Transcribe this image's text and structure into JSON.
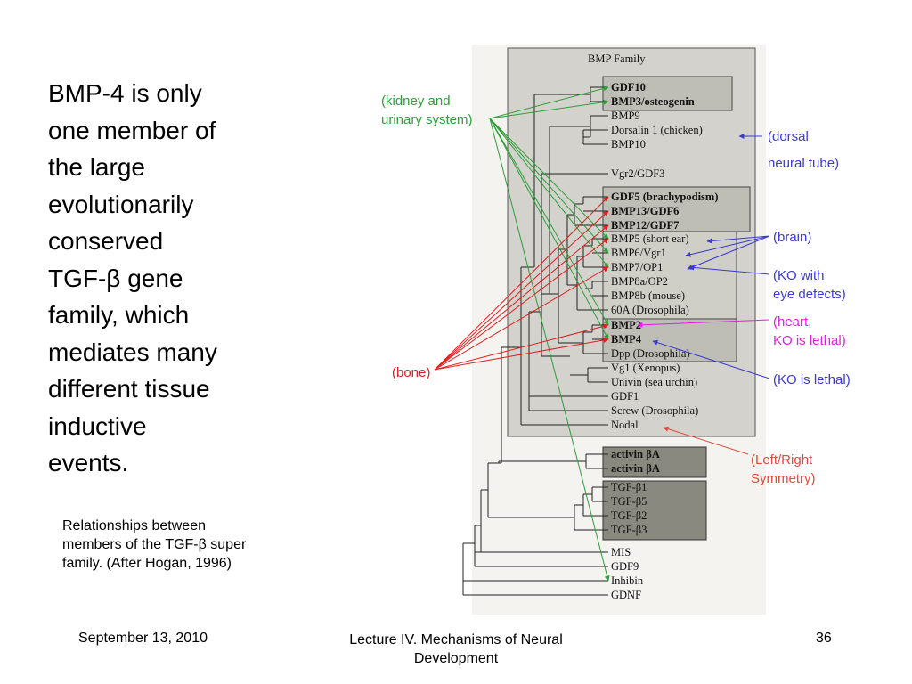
{
  "slide": {
    "main_text": [
      "BMP-4 is only",
      "one member of",
      "the large",
      "evolutionarily",
      "conserved",
      "TGF-β gene",
      "family, which",
      "mediates many",
      "different tissue",
      "inductive",
      "events."
    ],
    "caption": [
      "Relationships between",
      "members of the TGF-β super",
      "family. (After Hogan, 1996)"
    ],
    "footer": {
      "date": "September 13, 2010",
      "title": "Lecture IV. Mechanisms of Neural Development",
      "page": "36"
    }
  },
  "diagram": {
    "box_title": "BMP Family",
    "members": [
      "GDF10",
      "BMP3/osteogenin",
      "BMP9",
      "Dorsalin 1 (chicken)",
      "BMP10",
      "Vgr2/GDF3",
      "GDF5 (brachypodism)",
      "BMP13/GDF6",
      "BMP12/GDF7",
      "BMP5 (short ear)",
      "BMP6/Vgr1",
      "BMP7/OP1",
      "BMP8a/OP2",
      "BMP8b (mouse)",
      "60A (Drosophila)",
      "BMP2",
      "BMP4",
      "Dpp (Drosophila)",
      "Vg1 (Xenopus)",
      "Univin (sea urchin)",
      "GDF1",
      "Screw (Drosophila)",
      "Nodal",
      "activin βA",
      "activin βA",
      "TGF-β1",
      "TGF-β5",
      "TGF-β2",
      "TGF-β3",
      "MIS",
      "GDF9",
      "Inhibin",
      "GDNF"
    ],
    "annotations": {
      "kidney_l1": "(kidney and",
      "kidney_l2": "urinary system)",
      "dorsal_l1": "(dorsal",
      "dorsal_l2": "neural tube)",
      "brain": "(brain)",
      "ko_eye_l1": "(KO with",
      "ko_eye_l2": "eye defects)",
      "heart_l1": "(heart,",
      "heart_l2": "KO is lethal)",
      "bone": "(bone)",
      "ko_lethal": "(KO is lethal)",
      "lr_l1": "(Left/Right",
      "lr_l2": "Symmetry)"
    },
    "colors": {
      "green": "#2e9e3a",
      "blue": "#3a3ad0",
      "magenta": "#e020e0",
      "red": "#e02020",
      "orange_red": "#e04a3a",
      "panel_bg": "#f4f3ef",
      "family_box": "#d3d2cc",
      "dark_box": "#8a897f"
    }
  }
}
